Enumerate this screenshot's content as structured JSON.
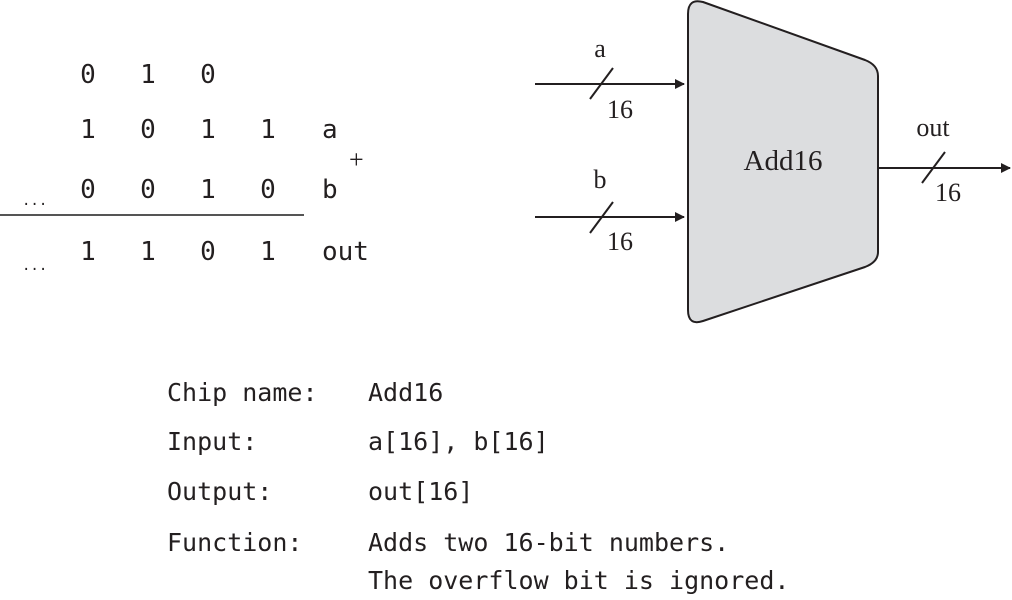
{
  "addition_example": {
    "carry_row": [
      "0",
      "1",
      "0"
    ],
    "a_row": [
      "1",
      "0",
      "1",
      "1"
    ],
    "b_row": [
      "0",
      "0",
      "1",
      "0"
    ],
    "out_row": [
      "1",
      "1",
      "0",
      "1"
    ],
    "a_label": "a",
    "b_label": "b",
    "out_label": "out",
    "plus_sign": "+",
    "ellipsis": "..."
  },
  "chip_diagram": {
    "chip_name": "Add16",
    "input_a_label": "a",
    "input_a_width": "16",
    "input_b_label": "b",
    "input_b_width": "16",
    "output_label": "out",
    "output_width": "16",
    "chip_fill": "#dcdddf"
  },
  "spec": {
    "chip_name_key": "Chip name:",
    "chip_name_value": "Add16",
    "input_key": "Input:",
    "input_value": "a[16], b[16]",
    "output_key": "Output:",
    "output_value": "out[16]",
    "function_key": "Function:",
    "function_line1": "Adds two 16-bit numbers.",
    "function_line2": "The overflow bit is ignored."
  }
}
